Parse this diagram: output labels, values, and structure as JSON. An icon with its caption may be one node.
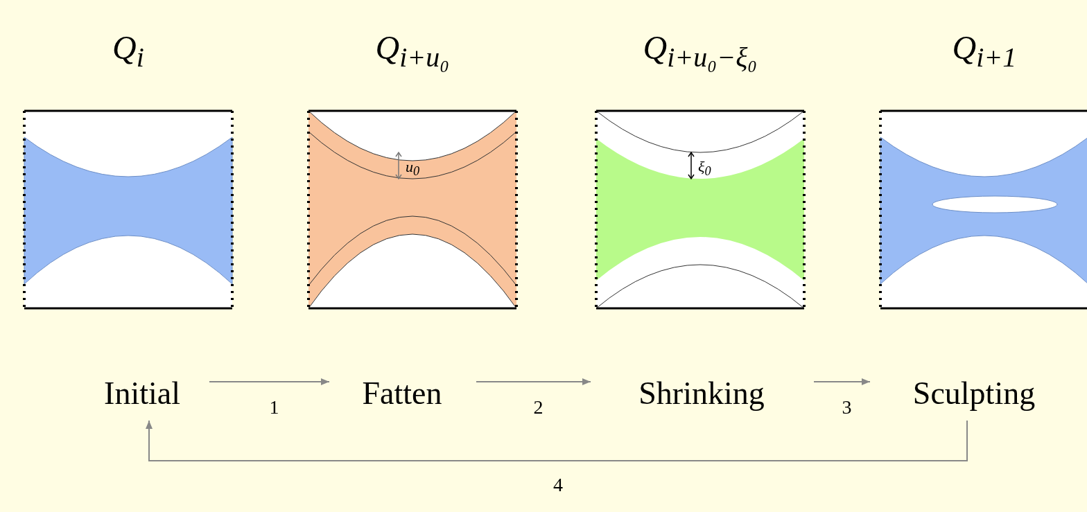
{
  "diagram": {
    "nodes": [
      {
        "text": [
          "Initial"
        ]
      },
      {
        "text": [
          "Fatten"
        ]
      },
      {
        "text": [
          "Shrinking"
        ]
      },
      {
        "text": [
          "Sculpting"
        ]
      }
    ],
    "edges": [
      {
        "from": 0,
        "to": 1,
        "arrow": "to",
        "label": "1"
      },
      {
        "from": 1,
        "to": 2,
        "arrow": "to",
        "label": "2"
      },
      {
        "from": 2,
        "to": 3,
        "arrow": "to",
        "label": "3"
      },
      {
        "from": 3,
        "to": 0,
        "arrow": "to",
        "label": "4"
      }
    ],
    "labels": [
      "Q$_{i}$",
      "Q$_{i+u₀}$",
      "Q$_{i+u₀−ξ₀}$",
      "Q$_{i+1}$",
      "u$_{0}$",
      "ξ$_{0}$"
    ]
  }
}
